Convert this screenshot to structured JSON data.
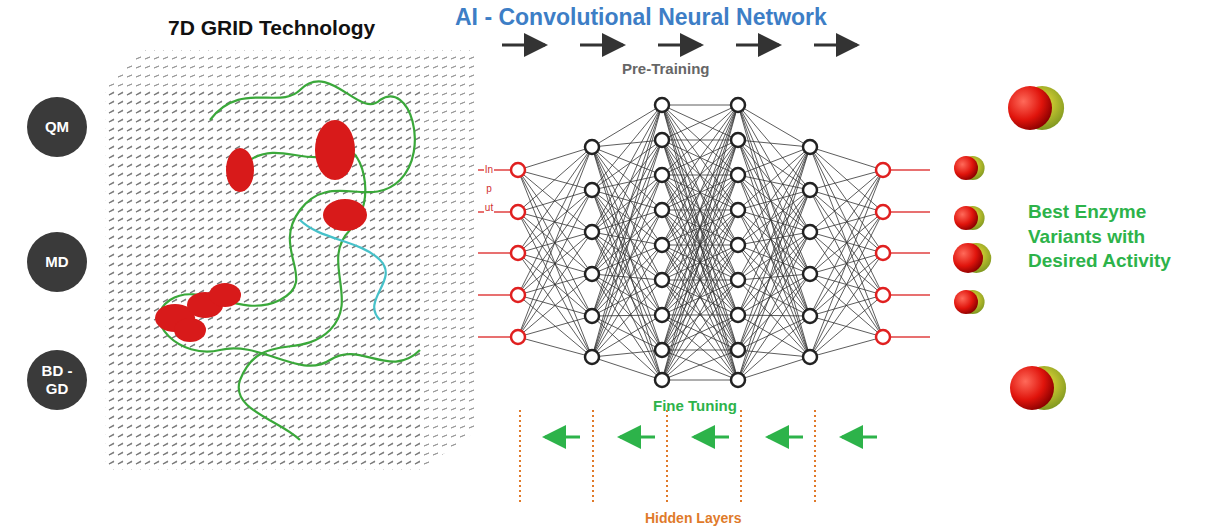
{
  "diagram": {
    "title": "AI - Convolutional Neural Network",
    "nodes": [
      {
        "text": [
          "QM"
        ]
      },
      {
        "text": [
          "MD"
        ]
      },
      {
        "text": [
          "BD - GD"
        ]
      }
    ],
    "labels": [
      "7D GRID Technology",
      "Input",
      "Pre-Training",
      "Fine Tuning",
      "Hidden Layers",
      "Best Enzyme Variants with Desired Activity"
    ]
  }
}
